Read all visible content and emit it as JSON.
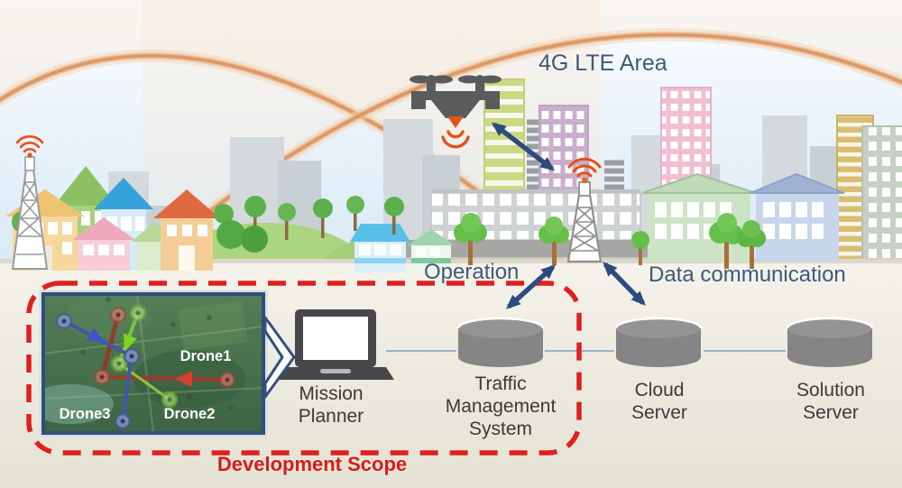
{
  "diagram": {
    "lte_area_label": "4G LTE Area",
    "operation_label": "Operation",
    "data_communication_label": "Data communication",
    "development_scope_label": "Development Scope"
  },
  "nodes": {
    "mission_planner": {
      "label": "Mission Planner",
      "icon": "laptop-icon"
    },
    "traffic_management_system": {
      "label": "Traffic Management System",
      "icon": "database-cylinder-icon"
    },
    "cloud_server": {
      "label": "Cloud Server",
      "icon": "database-cylinder-icon"
    },
    "solution_server": {
      "label": "Solution Server",
      "icon": "database-cylinder-icon"
    }
  },
  "map_inset": {
    "drones": [
      {
        "name": "Drone1",
        "path_color": "#c0392b"
      },
      {
        "name": "Drone2",
        "path_color": "#7cc242"
      },
      {
        "name": "Drone3",
        "path_color": "#4156a8"
      }
    ]
  },
  "icons": {
    "drone": "drone-icon",
    "cell_tower": "cell-tower-icon",
    "wifi": "wifi-signal-icon",
    "laptop": "laptop-icon",
    "server": "database-cylinder-icon"
  },
  "colors": {
    "label_text": "#3d5a7c",
    "node_text": "#3a3a3a",
    "scope_red": "#de2020",
    "arrow_blue": "#2d4b7e",
    "wifi_orange": "#e4511c",
    "server_gray": "#868686"
  }
}
